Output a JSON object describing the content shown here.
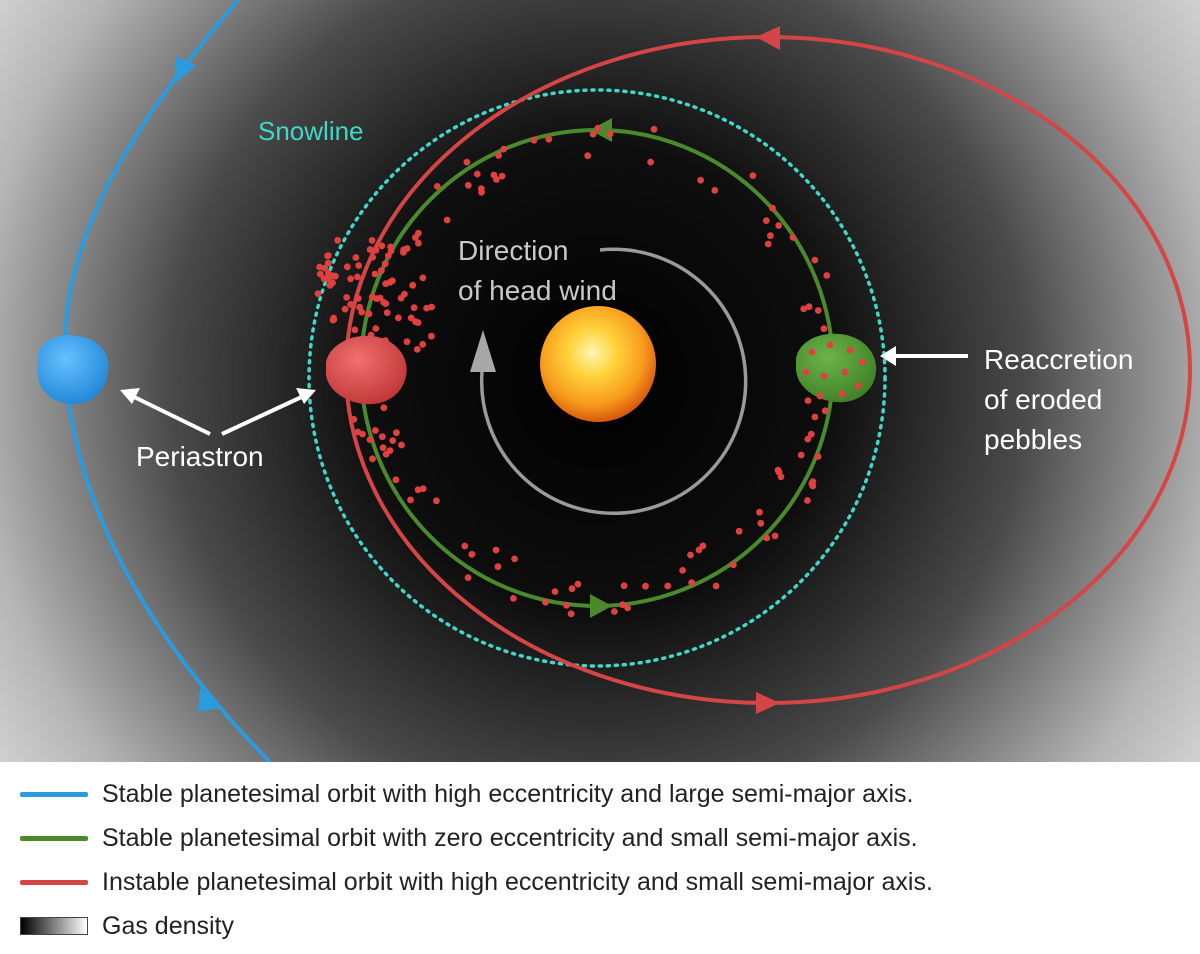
{
  "labels": {
    "snowline": "Snowline",
    "headwind": [
      "Direction",
      "of head wind"
    ],
    "reaccretion": [
      "Reaccretion",
      "of eroded",
      "pebbles"
    ],
    "periastron": "Periastron"
  },
  "colors": {
    "blue_orbit": "#2b9be0",
    "green_orbit": "#4a8a2c",
    "red_orbit": "#d64545",
    "snowline": "#3fd8c8",
    "star_core": "#ffd23a",
    "star_edge": "#e06a10",
    "pebble": "#e04040"
  },
  "legend": [
    {
      "key": "blue",
      "color": "#2b9be0",
      "text": "Stable planetesimal orbit with high eccentricity and large semi-major axis."
    },
    {
      "key": "green",
      "color": "#4a8a2c",
      "text": "Stable planetesimal orbit with zero eccentricity and small semi-major axis."
    },
    {
      "key": "red",
      "color": "#d64545",
      "text": "Instable planetesimal orbit with high eccentricity and small semi-major axis."
    },
    {
      "key": "gas",
      "color": "",
      "text": "Gas density"
    }
  ]
}
